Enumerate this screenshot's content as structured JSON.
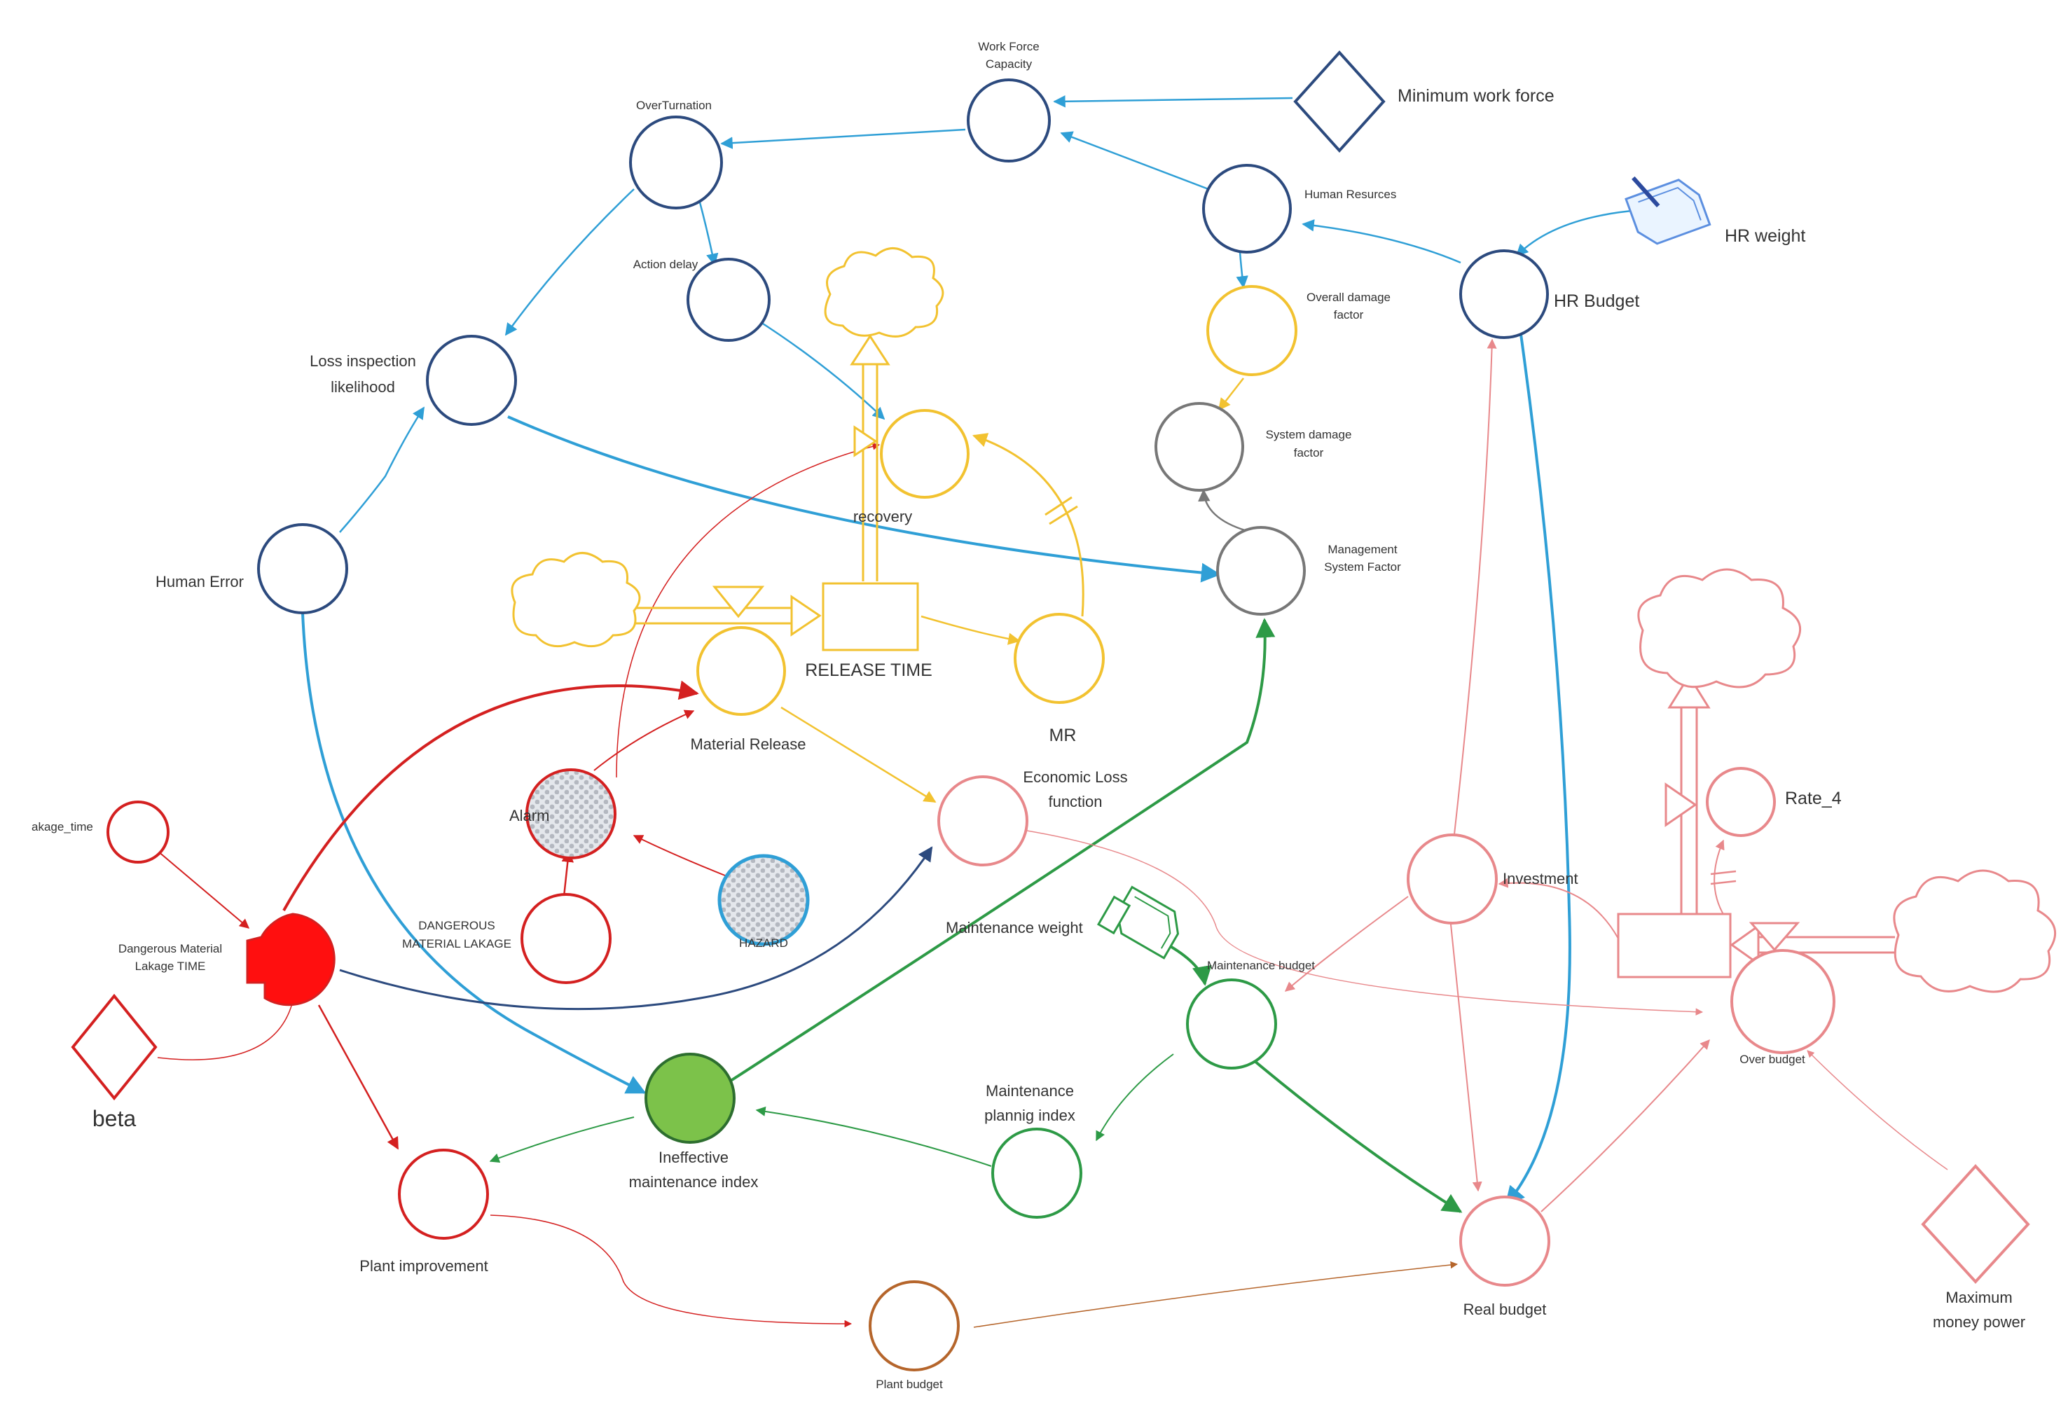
{
  "colors": {
    "navy": "#2c4a7e",
    "blue": "#2f9fd6",
    "yellow": "#f2c230",
    "gray": "#777777",
    "red": "#d42020",
    "pink": "#e8888b",
    "green": "#2d9a46",
    "green_fill": "#7cc24a",
    "brown": "#b5652b",
    "hatch": "#cfd3da"
  },
  "labels": {
    "work_force_capacity_1": "Work Force",
    "work_force_capacity_2": "Capacity",
    "minimum_work_force": "Minimum work force",
    "overturnation": "OverTurnation",
    "human_resources": "Human Resurces",
    "hr_weight": "HR weight",
    "action_delay": "Action delay",
    "overall_damage_1": "Overall damage",
    "overall_damage_2": "factor",
    "hr_budget": "HR Budget",
    "loss_inspection_1": "Loss inspection",
    "loss_inspection_2": "likelihood",
    "system_damage_1": "System damage",
    "system_damage_2": "factor",
    "recovery": "recovery",
    "human_error": "Human Error",
    "management_1": "Management",
    "management_2": "System Factor",
    "release_time": "RELEASE TIME",
    "mr": "MR",
    "material_release": "Material Release",
    "economic_loss_1": "Economic Loss",
    "economic_loss_2": "function",
    "rate_4": "Rate_4",
    "alarm": "Alarm",
    "leakage_time": "akage_time",
    "investment": "Investment",
    "maintenance_weight": "Maintenance weight",
    "maintenance_budget": "Maintenance budget",
    "dangerous_leakage_1": "DANGEROUS",
    "dangerous_leakage_2": "MATERIAL LAKAGE",
    "hazard": "HAZARD",
    "dangerous_time_1": "Dangerous Material",
    "dangerous_time_2": "Lakage TIME",
    "over_budget": "Over budget",
    "beta": "beta",
    "maintenance_planning_1": "Maintenance",
    "maintenance_planning_2": "plannig index",
    "ineffective_1": "Ineffective",
    "ineffective_2": "maintenance index",
    "plant_improvement": "Plant improvement",
    "real_budget": "Real budget",
    "maximum_money_1": "Maximum",
    "maximum_money_2": "money power",
    "plant_budget": "Plant budget"
  }
}
